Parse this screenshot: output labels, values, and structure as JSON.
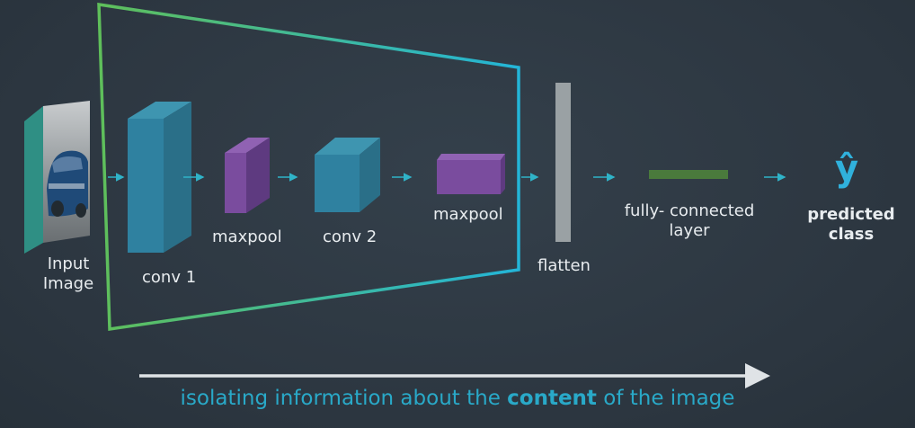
{
  "labels": {
    "input_image_line1": "Input",
    "input_image_line2": "Image",
    "conv1": "conv 1",
    "maxpool1": "maxpool",
    "conv2": "conv 2",
    "maxpool2": "maxpool",
    "flatten": "flatten",
    "fc_line1": "fully- connected",
    "fc_line2": "layer",
    "yhat": "ŷ",
    "predicted_line1": "predicted",
    "predicted_line2": "class"
  },
  "caption": {
    "before": "isolating information about the ",
    "emphasis": "content",
    "after": " of the image"
  },
  "colors": {
    "background": "#2f3a45",
    "conv": "#2e7f9c",
    "maxpool": "#7a4c9e",
    "flatten": "#9aa1a4",
    "fc": "#4a7a3c",
    "arrow": "#2fb3c8",
    "frame_start": "#5fbf5a",
    "frame_end": "#23b5d8",
    "caption": "#29a9c8",
    "caption_arrow": "#dfe3e6"
  },
  "icons": {
    "input_image": "car-photo-icon"
  }
}
